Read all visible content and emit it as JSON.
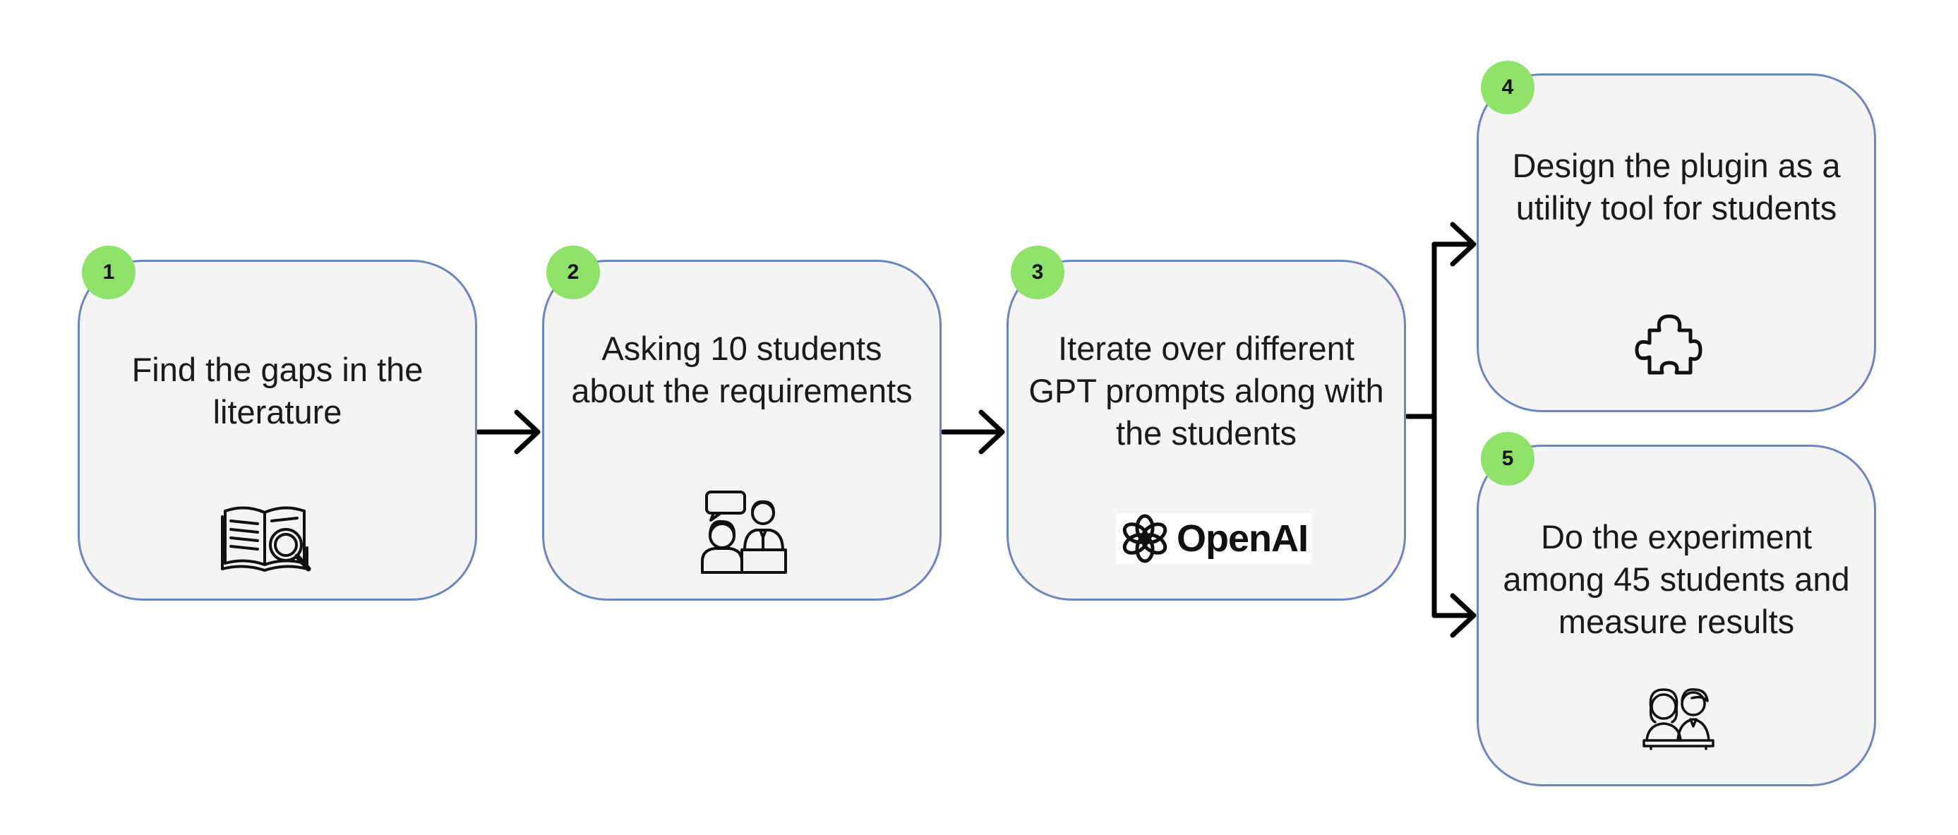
{
  "steps": [
    {
      "number": "1",
      "text": "Find the gaps in the literature",
      "icon": "book-magnifier-icon"
    },
    {
      "number": "2",
      "text": "Asking 10 students about the requirements",
      "icon": "interview-people-icon"
    },
    {
      "number": "3",
      "text": "Iterate over different GPT prompts along with the students",
      "icon": "openai-logo-icon",
      "logo_text": "OpenAI"
    },
    {
      "number": "4",
      "text": "Design the plugin as a utility tool for students",
      "icon": "puzzle-piece-icon"
    },
    {
      "number": "5",
      "text": "Do the experiment among 45 students and measure results",
      "icon": "students-icon"
    }
  ],
  "colors": {
    "box_fill": "#f4f4f4",
    "box_border": "#6b86bf",
    "badge": "#8ee26a",
    "arrow": "#000000"
  }
}
